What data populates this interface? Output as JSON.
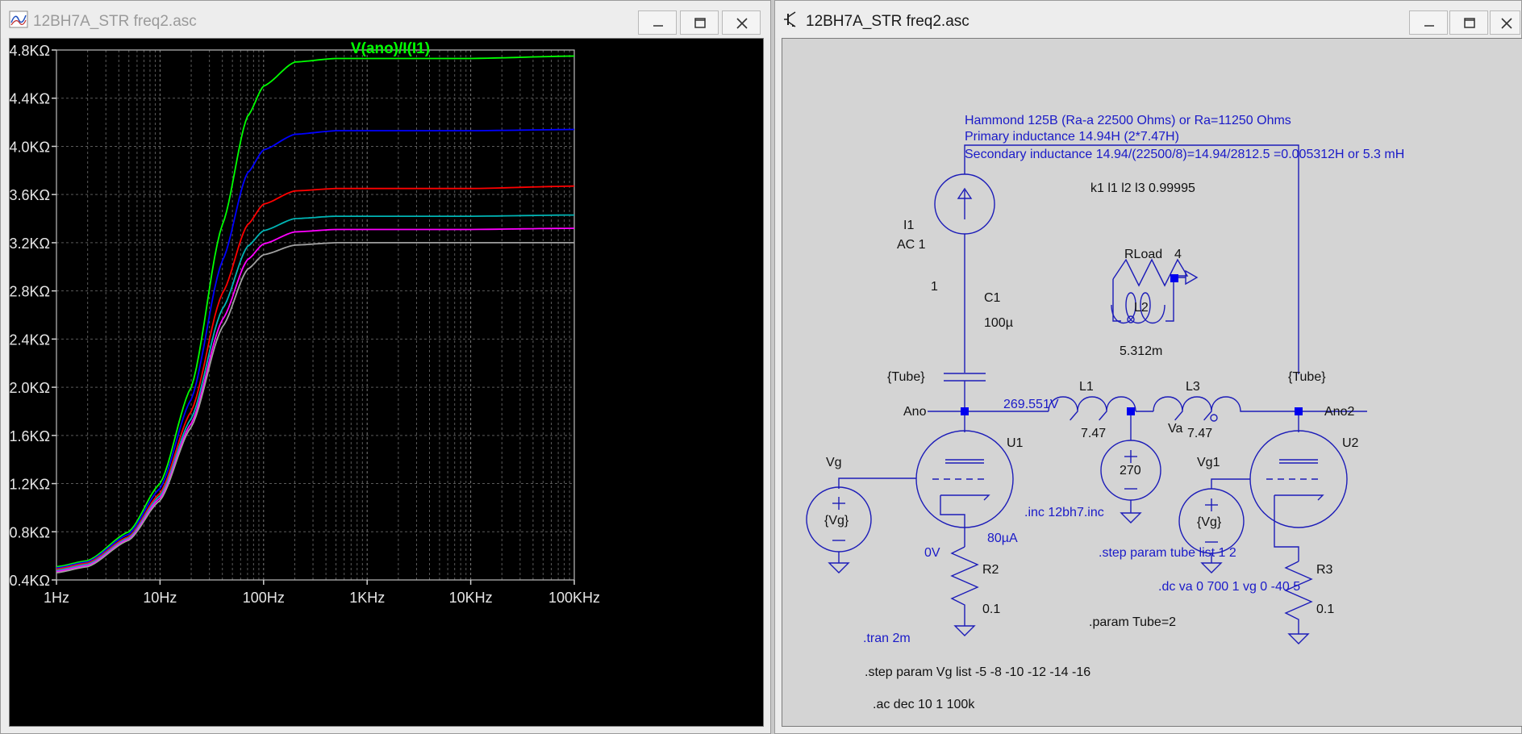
{
  "left_window": {
    "title": "12BH7A_STR freq2.asc",
    "buttons": [
      "minimize",
      "maximize",
      "close"
    ]
  },
  "right_window": {
    "title": "12BH7A_STR freq2.asc",
    "buttons": [
      "minimize",
      "maximize",
      "close"
    ]
  },
  "plot": {
    "trace_label": "V(ano)/I(I1)",
    "trace_label_color": "#00ff00"
  },
  "chart_data": {
    "type": "line",
    "title": "V(ano)/I(I1)",
    "xscale": "log",
    "x_ticks": [
      "1Hz",
      "10Hz",
      "100Hz",
      "1KHz",
      "10KHz",
      "100KHz"
    ],
    "y_ticks": [
      "0.4KΩ",
      "0.8KΩ",
      "1.2KΩ",
      "1.6KΩ",
      "2.0KΩ",
      "2.4KΩ",
      "2.8KΩ",
      "3.2KΩ",
      "3.6KΩ",
      "4.0KΩ",
      "4.4KΩ",
      "4.8KΩ"
    ],
    "x_range_hz": [
      1,
      100000
    ],
    "y_range_kohm": [
      0.4,
      4.8
    ],
    "grid": true,
    "background": "#000000",
    "series": [
      {
        "color": "#00ff00",
        "x": [
          1,
          2,
          5,
          10,
          20,
          40,
          70,
          100,
          200,
          500,
          1000,
          10000,
          100000
        ],
        "y": [
          0.51,
          0.56,
          0.8,
          1.2,
          2.0,
          3.35,
          4.25,
          4.5,
          4.7,
          4.73,
          4.73,
          4.73,
          4.75
        ]
      },
      {
        "color": "#0000ff",
        "x": [
          1,
          2,
          5,
          10,
          20,
          40,
          70,
          100,
          200,
          500,
          1000,
          10000,
          100000
        ],
        "y": [
          0.5,
          0.55,
          0.78,
          1.16,
          1.9,
          3.05,
          3.78,
          3.97,
          4.1,
          4.13,
          4.13,
          4.13,
          4.14
        ]
      },
      {
        "color": "#ff0000",
        "x": [
          1,
          2,
          5,
          10,
          20,
          40,
          70,
          100,
          200,
          500,
          1000,
          10000,
          100000
        ],
        "y": [
          0.49,
          0.54,
          0.76,
          1.12,
          1.8,
          2.78,
          3.35,
          3.52,
          3.63,
          3.65,
          3.65,
          3.65,
          3.67
        ]
      },
      {
        "color": "#00b4b4",
        "x": [
          1,
          2,
          5,
          10,
          20,
          40,
          70,
          100,
          200,
          500,
          1000,
          10000,
          100000
        ],
        "y": [
          0.48,
          0.53,
          0.75,
          1.1,
          1.74,
          2.65,
          3.17,
          3.3,
          3.4,
          3.42,
          3.42,
          3.42,
          3.43
        ]
      },
      {
        "color": "#ff00ff",
        "x": [
          1,
          2,
          5,
          10,
          20,
          40,
          70,
          100,
          200,
          500,
          1000,
          10000,
          100000
        ],
        "y": [
          0.47,
          0.52,
          0.74,
          1.08,
          1.7,
          2.56,
          3.06,
          3.19,
          3.29,
          3.31,
          3.31,
          3.31,
          3.32
        ]
      },
      {
        "color": "#a0a0a0",
        "x": [
          1,
          2,
          5,
          10,
          20,
          40,
          70,
          100,
          200,
          500,
          1000,
          10000,
          100000
        ],
        "y": [
          0.46,
          0.51,
          0.73,
          1.06,
          1.67,
          2.5,
          2.98,
          3.1,
          3.18,
          3.2,
          3.2,
          3.2,
          3.2
        ]
      }
    ]
  },
  "schematic": {
    "comment_line1": "Hammond 125B (Ra-a 22500 Ohms) or Ra=11250 Ohms",
    "comment_line2": "Primary inductance 14.94H (2*7.47H)",
    "comment_line3": "Secondary inductance 14.94/(22500/8)=14.94/2812.5 =0.005312H or 5.3 mH",
    "k_statement": "k1 l1 l2 l3 0.99995",
    "i1_name": "I1",
    "i1_value": "AC 1",
    "i1_pin": "1",
    "c1_name": "C1",
    "c1_value": "100µ",
    "tube_left": "{Tube}",
    "tube_right": "{Tube}",
    "rload_name": "RLoad",
    "rload_value": "4",
    "l2_name": "L2",
    "l2_value": "5.312m",
    "l1_name": "L1",
    "l1_value": "7.47",
    "l3_name": "L3",
    "l3_value": "7.47",
    "va_name": "Va",
    "va_value": "270",
    "ano_label": "Ano",
    "ano2_label": "Ano2",
    "ano_voltage": "269.551V",
    "u1_name": "U1",
    "u2_name": "U2",
    "vg_name": "Vg",
    "vg_value": "{Vg}",
    "vg1_name": "Vg1",
    "vg1_value": "{Vg}",
    "r2_name": "R2",
    "r2_value": "0.1",
    "r3_name": "R3",
    "r3_value": "0.1",
    "cathode_voltage": "0V",
    "cathode_current": "80µA",
    "inc_directive": ".inc  12bh7.inc",
    "step_tube": ".step param tube list 1 2",
    "dc_directive": ".dc va 0 700 1 vg 0 -40 5",
    "param_tube": ".param Tube=2",
    "tran_directive": ".tran 2m",
    "step_vg": ".step param Vg list -5 -8 -10 -12 -14 -16",
    "ac_directive": ".ac dec 10 1 100k"
  }
}
